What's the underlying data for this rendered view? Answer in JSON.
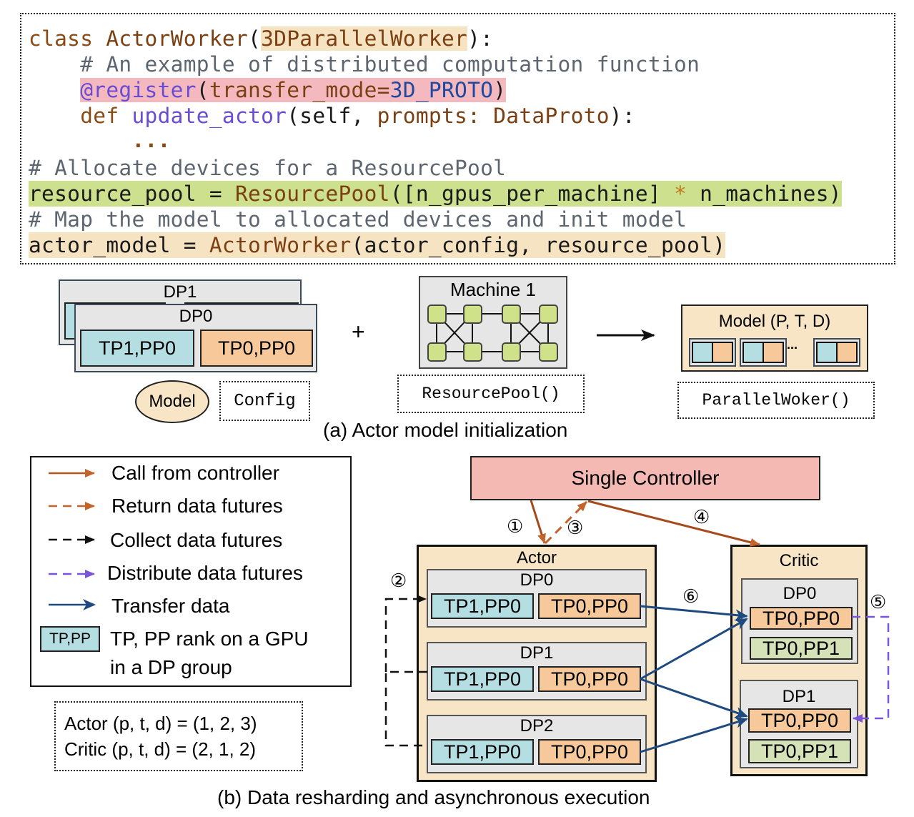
{
  "code": {
    "lines": [
      {
        "parts": [
          "class ",
          "ActorWorker",
          "(",
          "3DParallelWorker",
          "):"
        ]
      },
      {
        "parts": [
          "    # An example of distributed computation function"
        ]
      },
      {
        "parts": [
          "    ",
          "@register",
          "(",
          "transfer_mode=",
          "3D_PROTO",
          ")"
        ]
      },
      {
        "parts": [
          "    ",
          "def ",
          "update_actor",
          "(self, ",
          "prompts: DataProto",
          "):"
        ]
      },
      {
        "parts": [
          "        ..."
        ]
      },
      {
        "parts": [
          "# Allocate devices for a ResourcePool"
        ]
      },
      {
        "parts": [
          "resource_pool = ",
          "ResourcePool",
          "([n_gpus_per_machine] ",
          "*",
          " n_machines)"
        ]
      },
      {
        "parts": [
          "# Map the model to allocated devices and init model"
        ]
      },
      {
        "parts": [
          "actor_model = ",
          "ActorWorker",
          "(actor_config, resource_pool)"
        ]
      }
    ]
  },
  "part_a": {
    "dp_back_label": "DP1",
    "dp_front_label": "DP0",
    "rank_tp1_pp0": "TP1,PP0",
    "rank_tp0_pp0": "TP0,PP0",
    "model_label": "Model",
    "config_label": "Config",
    "plus": "+",
    "machine_label": "Machine 1",
    "resource_pool_label": "ResourcePool()",
    "model_ptd_label": "Model (P, T, D)",
    "ellipsis": "...",
    "parallel_worker_label": "ParallelWoker()",
    "caption": "(a) Actor model  initialization"
  },
  "legend": {
    "items": [
      {
        "label": "Call from controller",
        "style": "solid",
        "color": "#b5551e"
      },
      {
        "label": "Return data futures",
        "style": "dashed",
        "color": "#c4632a"
      },
      {
        "label": "Collect data futures",
        "style": "dashed",
        "color": "#111111"
      },
      {
        "label": "Distribute data futures",
        "style": "dashed",
        "color": "#7a55d9"
      },
      {
        "label": "Transfer data",
        "style": "solid",
        "color": "#1e4a80"
      }
    ],
    "rank_sample": "TP,PP",
    "rank_desc_line1": "TP, PP rank on a GPU",
    "rank_desc_line2": "in a DP group"
  },
  "config_box": {
    "actor_line": "Actor  (p, t, d) = (1, 2, 3)",
    "critic_line": "Critic  (p, t, d) = (2, 1, 2)"
  },
  "part_b": {
    "controller_label": "Single Controller",
    "actor_label": "Actor",
    "critic_label": "Critic",
    "actor_groups": [
      {
        "label": "DP0",
        "ranks": [
          "TP1,PP0",
          "TP0,PP0"
        ]
      },
      {
        "label": "DP1",
        "ranks": [
          "TP1,PP0",
          "TP0,PP0"
        ]
      },
      {
        "label": "DP2",
        "ranks": [
          "TP1,PP0",
          "TP0,PP0"
        ]
      }
    ],
    "critic_groups": [
      {
        "label": "DP0",
        "ranks": [
          "TP0,PP0",
          "TP0,PP1"
        ]
      },
      {
        "label": "DP1",
        "ranks": [
          "TP0,PP0",
          "TP0,PP1"
        ]
      }
    ],
    "steps": [
      "①",
      "②",
      "③",
      "④",
      "⑤",
      "⑥"
    ],
    "caption": "(b) Data resharding and  asynchronous execution"
  },
  "colors": {
    "controller_fill": "#f4b9b3",
    "worker_fill": "#f7e5c6",
    "call_arrow": "#a64a1c",
    "transfer_arrow": "#1e4a80",
    "distribute_arrow": "#7a55d9"
  }
}
